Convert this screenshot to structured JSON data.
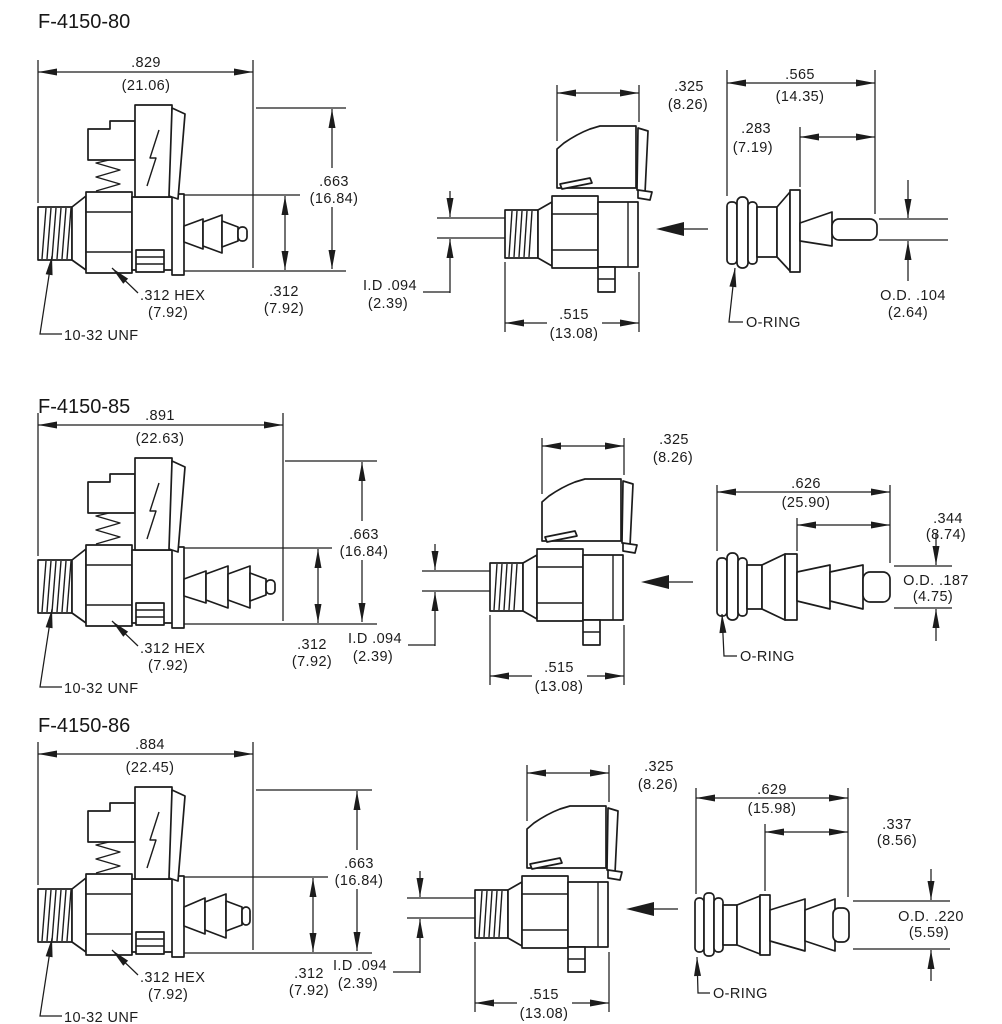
{
  "colors": {
    "ink": "#1c1c1c",
    "background": "#ffffff"
  },
  "sections": {
    "s80": {
      "title": "F-4150-80",
      "side": {
        "w_in": ".829",
        "w_mm": "(21.06)",
        "h_in": ".663",
        "h_mm": "(16.84)",
        "b_in": ".312",
        "b_mm": "(7.92)",
        "hex_l1": ".312 HEX",
        "hex_l2": "(7.92)",
        "thread": "10-32 UNF"
      },
      "front": {
        "w_in": ".325",
        "w_mm": "(8.26)",
        "id_l1": "I.D .094",
        "id_l2": "(2.39)",
        "base_in": ".515",
        "base_mm": "(13.08)"
      },
      "insert": {
        "len_in": ".565",
        "len_mm": "(14.35)",
        "sub_in": ".283",
        "sub_mm": "(7.19)",
        "od_l1": "O.D. .104",
        "od_l2": "(2.64)",
        "oring": "O-RING"
      }
    },
    "s85": {
      "title": "F-4150-85",
      "side": {
        "w_in": ".891",
        "w_mm": "(22.63)",
        "h_in": ".663",
        "h_mm": "(16.84)",
        "b_in": ".312",
        "b_mm": "(7.92)",
        "hex_l1": ".312 HEX",
        "hex_l2": "(7.92)",
        "thread": "10-32 UNF"
      },
      "front": {
        "w_in": ".325",
        "w_mm": "(8.26)",
        "id_l1": "I.D .094",
        "id_l2": "(2.39)",
        "base_in": ".515",
        "base_mm": "(13.08)"
      },
      "insert": {
        "len_in": ".626",
        "len_mm": "(25.90)",
        "sub_in": ".344",
        "sub_mm": "(8.74)",
        "od_l1": "O.D. .187",
        "od_l2": "(4.75)",
        "oring": "O-RING"
      }
    },
    "s86": {
      "title": "F-4150-86",
      "side": {
        "w_in": ".884",
        "w_mm": "(22.45)",
        "h_in": ".663",
        "h_mm": "(16.84)",
        "b_in": ".312",
        "b_mm": "(7.92)",
        "hex_l1": ".312 HEX",
        "hex_l2": "(7.92)",
        "thread": "10-32 UNF"
      },
      "front": {
        "w_in": ".325",
        "w_mm": "(8.26)",
        "id_l1": "I.D .094",
        "id_l2": "(2.39)",
        "base_in": ".515",
        "base_mm": "(13.08)"
      },
      "insert": {
        "len_in": ".629",
        "len_mm": "(15.98)",
        "sub_in": ".337",
        "sub_mm": "(8.56)",
        "od_l1": "O.D. .220",
        "od_l2": "(5.59)",
        "oring": "O-RING"
      }
    }
  }
}
